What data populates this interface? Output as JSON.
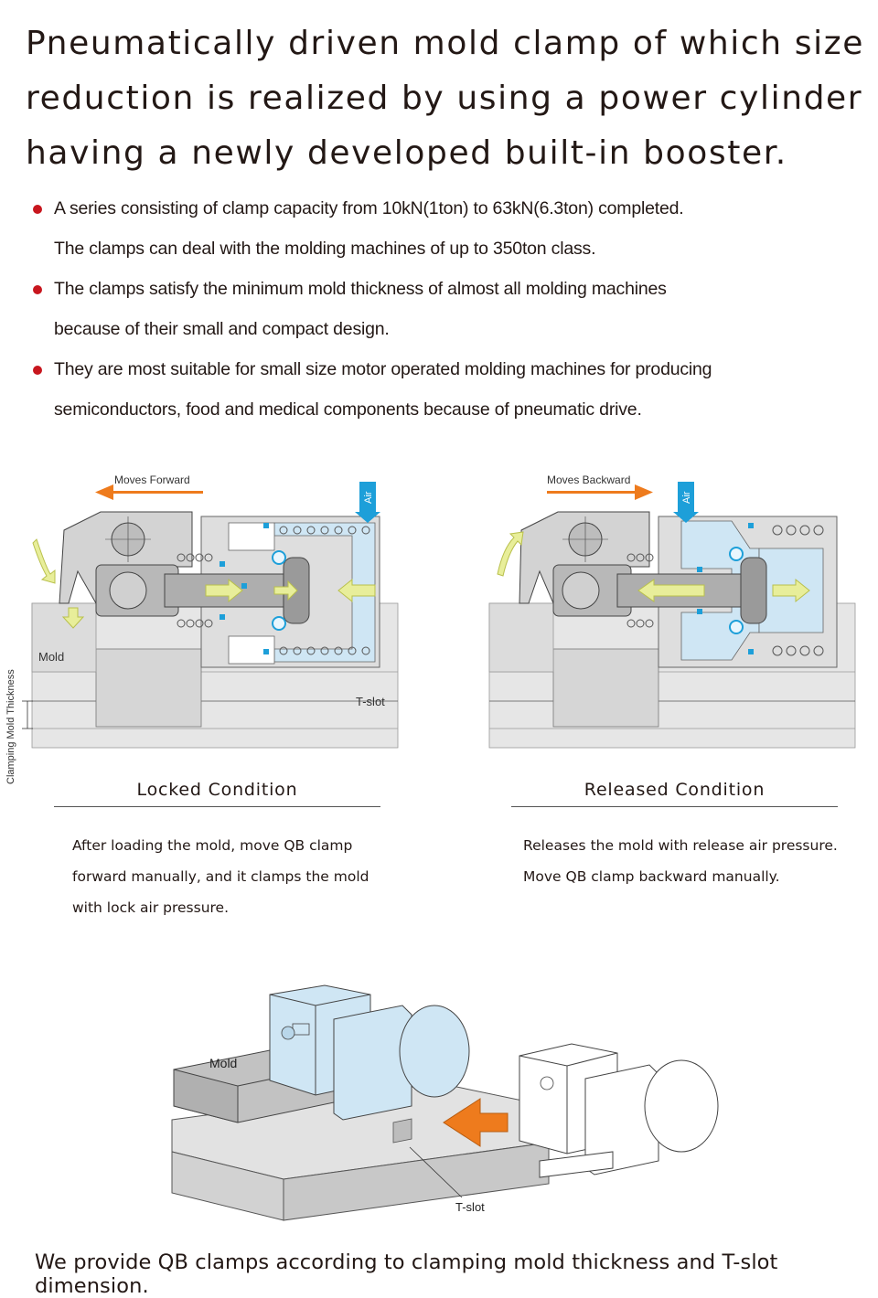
{
  "heading": {
    "line1": "Pneumatically driven mold clamp of which size",
    "line2": "reduction is realized by using a power cylinder",
    "line3": "having a newly developed built-in booster."
  },
  "features": [
    {
      "line1": "A series consisting of clamp capacity from 10kN(1ton) to 63kN(6.3ton) completed.",
      "line2": "The clamps can deal with the molding machines of up to 350ton class."
    },
    {
      "line1": "The clamps satisfy the minimum mold thickness of almost all molding machines",
      "line2": "because of their small and compact design."
    },
    {
      "line1": "They are most suitable for small size motor operated molding machines for producing",
      "line2": "semiconductors, food and medical components because of pneumatic drive."
    }
  ],
  "locked_diagram": {
    "arrow_label": "Moves Forward",
    "air_label": "Air",
    "mold_label": "Mold",
    "tslot_label": "T-slot",
    "thickness_label": "Clamping Mold Thickness"
  },
  "released_diagram": {
    "arrow_label": "Moves Backward",
    "air_label": "Air"
  },
  "locked": {
    "title": "Locked Condition",
    "text": [
      "After loading the mold, move QB clamp",
      "forward manually, and it clamps the mold",
      "with lock air pressure."
    ]
  },
  "released": {
    "title": "Released Condition",
    "text": [
      "Releases the mold with release air pressure.",
      "Move QB clamp backward manually."
    ]
  },
  "iso_diagram": {
    "mold_label": "Mold",
    "tslot_label": "T-slot"
  },
  "footer": "We provide QB clamps according to clamping mold thickness and T-slot dimension.",
  "colors": {
    "accent_orange": "#ee7b1d",
    "air_blue": "#1d9fd9",
    "light_blue": "#cfe6f4",
    "bullet_red": "#c8161e",
    "arrow_yellow": "#e8ee9a"
  }
}
